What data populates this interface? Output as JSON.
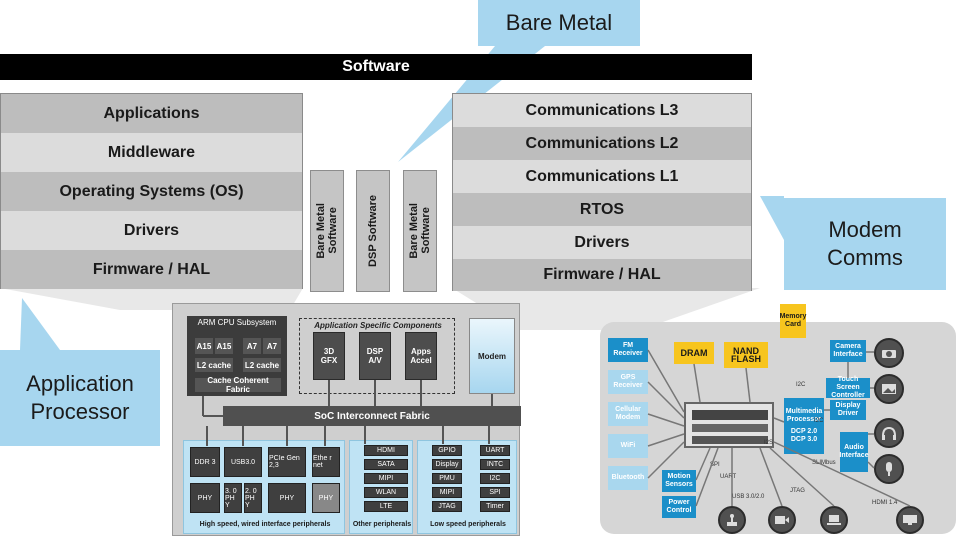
{
  "callouts": {
    "bare_metal": "Bare Metal",
    "modem_line1": "Modem",
    "modem_line2": "Comms",
    "app_line1": "Application",
    "app_line2": "Processor"
  },
  "software_bar": "Software",
  "left_stack": [
    "Applications",
    "Middleware",
    "Operating Systems (OS)",
    "Drivers",
    "Firmware / HAL"
  ],
  "right_stack": [
    "Communications L3",
    "Communications L2",
    "Communications L1",
    "RTOS",
    "Drivers",
    "Firmware / HAL"
  ],
  "middle_columns": [
    {
      "line1": "Bare Metal",
      "line2": "Software"
    },
    {
      "line1": "DSP Software",
      "line2": ""
    },
    {
      "line1": "Bare Metal",
      "line2": "Software"
    }
  ],
  "soc": {
    "cpu_title": "ARM CPU Subsystem",
    "cores": [
      "A15",
      "A15",
      "A7",
      "A7"
    ],
    "l2_cache": "L2 cache",
    "cache_fabric": "Cache Coherent Fabric",
    "app_specific": "Application Specific Components",
    "blocks": [
      {
        "line1": "3D",
        "line2": "GFX"
      },
      {
        "line1": "DSP",
        "line2": "A/V"
      },
      {
        "line1": "Apps",
        "line2": "Accel"
      }
    ],
    "modem": "Modem",
    "interconnect": "SoC Interconnect Fabric",
    "hs_items_top": [
      "DDR 3",
      "USB3.0",
      "PCIe Gen 2,3",
      "Ethe r net"
    ],
    "hs_items_bottom": [
      "PHY",
      "3. 0 PH Y",
      "2. 0 PH Y",
      "PHY",
      "PHY"
    ],
    "hs_label": "High speed, wired interface peripherals",
    "other_items": [
      "HDMI",
      "SATA",
      "MIPI",
      "WLAN",
      "LTE"
    ],
    "other_label": "Other peripherals",
    "low_items_left": [
      "GPIO",
      "Display",
      "PMU",
      "MIPI",
      "JTAG"
    ],
    "low_items_right": [
      "UART",
      "INTC",
      "I2C",
      "SPI",
      "Timer"
    ],
    "low_label": "Low speed peripherals"
  },
  "board": {
    "left_modules": [
      {
        "line1": "FM",
        "line2": "Receiver",
        "style": "blue"
      },
      {
        "line1": "GPS",
        "line2": "Receiver",
        "style": "faded"
      },
      {
        "line1": "Cellular",
        "line2": "Modem",
        "style": "faded"
      },
      {
        "line1": "WiFi",
        "line2": "",
        "style": "faded"
      },
      {
        "line1": "Bluetooth",
        "line2": "",
        "style": "faded"
      }
    ],
    "dram": "DRAM",
    "nand_line1": "NAND",
    "nand_line2": "FLASH",
    "memory_card_line1": "Memory",
    "memory_card_line2": "Card",
    "camera_line1": "Camera",
    "camera_line2": "Interface",
    "touch_line1": "Touch Screen",
    "touch_line2": "Controller",
    "display_line1": "Display",
    "display_line2": "Driver",
    "mm_line1": "Multimedia",
    "mm_line2": "Processor",
    "dcp1": "DCP 2.0",
    "dcp2": "DCP 3.0",
    "audio_line1": "Audio",
    "audio_line2": "Interface",
    "motion_line1": "Motion",
    "motion_line2": "Sensors",
    "power_line1": "Power",
    "power_line2": "Control",
    "bus_labels": [
      "I2C",
      "I2C",
      "I2S",
      "SLIMbus",
      "HDMI 1.4",
      "JTAG",
      "USB 3.0/2.0",
      "UART",
      "SPI"
    ]
  },
  "colors": {
    "callout_blue": "#a7d6ef",
    "board_blue": "#1b8fc9",
    "board_yellow": "#f7c51e",
    "dark_block": "#4d4d4d"
  }
}
